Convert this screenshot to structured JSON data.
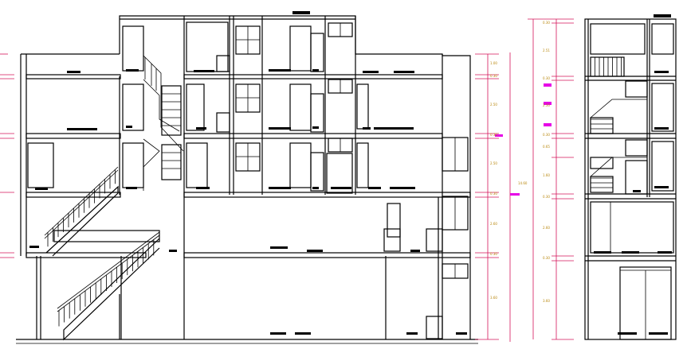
{
  "drawing": {
    "kind": "architectural building section",
    "dimensions_main": [
      "1.00",
      "0.30",
      "2.50",
      "0.30",
      "2.50",
      "0.30",
      "2.60",
      "0.30",
      "3.60"
    ],
    "dimensions_total": "14.60",
    "dimensions_side": [
      "0.30",
      "2.51",
      "0.30",
      "2.50",
      "0.30",
      "0.65",
      "1.60",
      "0.30",
      "2.60",
      "0.30",
      "3.60"
    ],
    "colors": {
      "line": "#000000",
      "dimension": "#d4145a",
      "marker": "#e600e6",
      "dim_text": "#b8860b"
    }
  }
}
